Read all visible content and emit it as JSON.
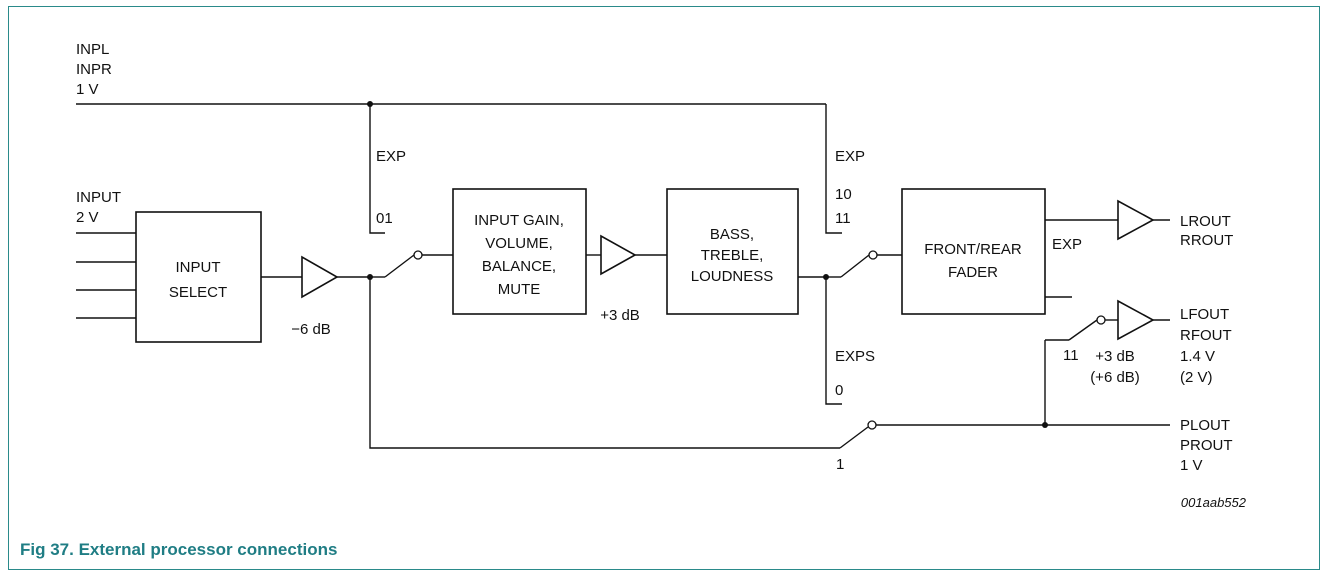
{
  "caption": "Fig 37.  External processor connections",
  "figure_code": "001aab552",
  "labels": {
    "inpl": "INPL",
    "inpr": "INPR",
    "in_level": "1 V",
    "input": "INPUT",
    "input_level": "2 V",
    "input_select_1": "INPUT",
    "input_select_2": "SELECT",
    "gain_minus6": "−6 dB",
    "exp_top": "EXP",
    "code_01": "01",
    "gain_block_1": "INPUT GAIN,",
    "gain_block_2": "VOLUME,",
    "gain_block_3": "BALANCE,",
    "gain_block_4": "MUTE",
    "gain_plus3": "+3 dB",
    "tone_block_1": "BASS,",
    "tone_block_2": "TREBLE,",
    "tone_block_3": "LOUDNESS",
    "exp_mid": "EXP",
    "code_10": "10",
    "code_11_top": "11",
    "fader_1": "FRONT/REAR",
    "fader_2": "FADER",
    "exp_fader": "EXP",
    "exps": "EXPS",
    "code_0": "0",
    "code_1": "1",
    "lrout": "LROUT",
    "rrout": "RROUT",
    "lfout": "LFOUT",
    "rfout": "RFOUT",
    "front_level": "1.4 V",
    "front_level_alt": "(2 V)",
    "code_11_low": "11",
    "front_gain": "+3 dB",
    "front_gain_alt": "(+6 dB)",
    "plout": "PLOUT",
    "prout": "PROUT",
    "pout_level": "1 V"
  }
}
